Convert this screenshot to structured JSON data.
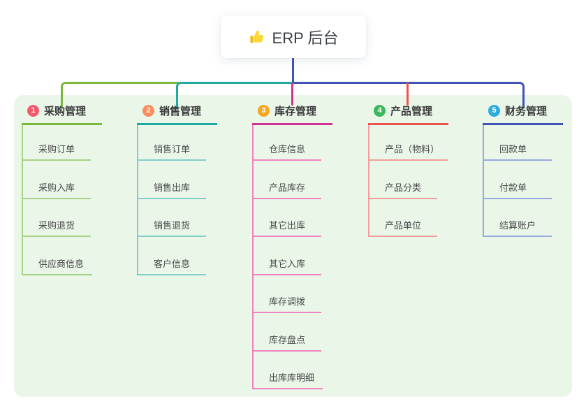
{
  "root": {
    "label": "ERP 后台",
    "icon": "thumbs-up-icon",
    "line_color": "#4152b8"
  },
  "colors": {
    "canvas_background": "#ffffff",
    "panel_background": "#e9f6e8"
  },
  "branches": [
    {
      "index": "1",
      "label": "采购管理",
      "badge_color": "#f2596e",
      "line_color": "#7cb93e",
      "child_line_color": "#a9d289",
      "children": [
        "采购订单",
        "采购入库",
        "采购退货",
        "供应商信息"
      ]
    },
    {
      "index": "2",
      "label": "销售管理",
      "badge_color": "#fb8d5c",
      "line_color": "#1fa9a2",
      "child_line_color": "#82cfc8",
      "children": [
        "销售订单",
        "销售出库",
        "销售退货",
        "客户信息"
      ]
    },
    {
      "index": "3",
      "label": "库存管理",
      "badge_color": "#f6a623",
      "line_color": "#cf3493",
      "child_line_color": "#f283c3",
      "children": [
        "仓库信息",
        "产品库存",
        "其它出库",
        "其它入库",
        "库存调拨",
        "库存盘点",
        "出库库明细"
      ]
    },
    {
      "index": "4",
      "label": "产品管理",
      "badge_color": "#3cb85c",
      "line_color": "#ee5350",
      "child_line_color": "#f29e9b",
      "children": [
        "产品（物料）",
        "产品分类",
        "产品单位"
      ]
    },
    {
      "index": "5",
      "label": "财务管理",
      "badge_color": "#2bacde",
      "line_color": "#4152b8",
      "child_line_color": "#97a9de",
      "children": [
        "回款单",
        "付款单",
        "结算账户"
      ]
    }
  ]
}
